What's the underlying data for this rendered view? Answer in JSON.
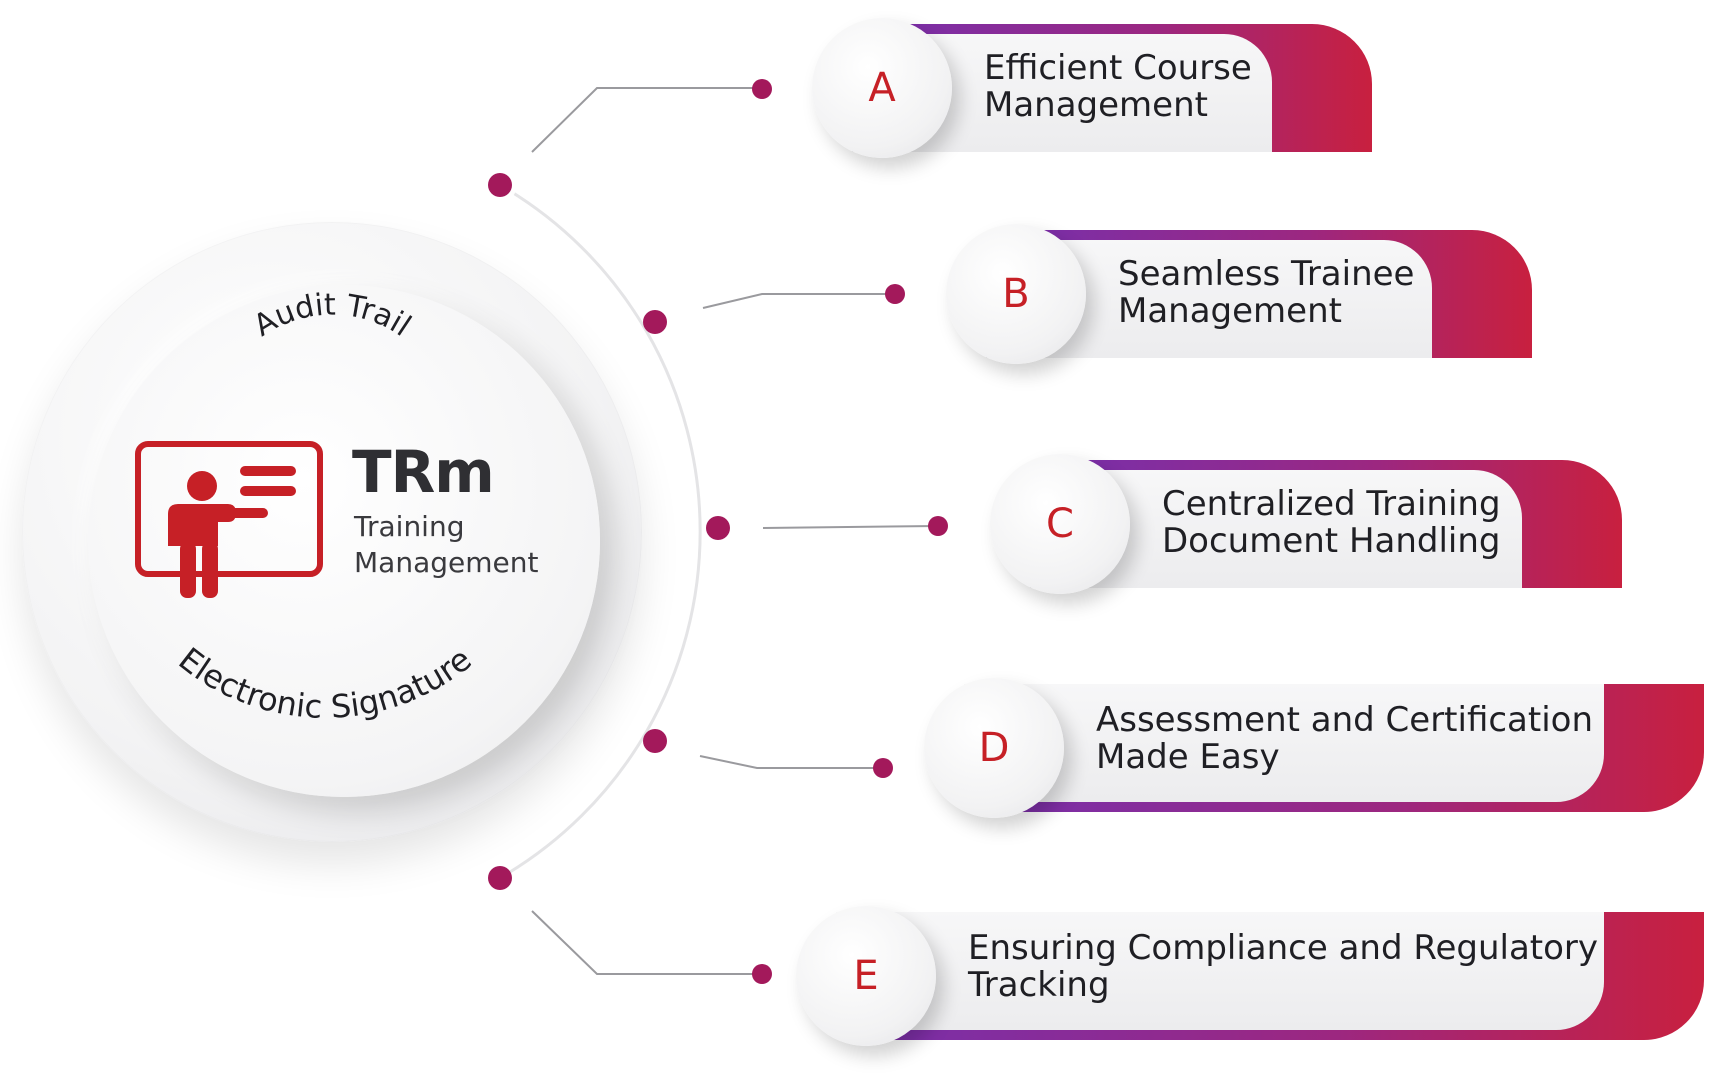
{
  "hub": {
    "logo_title": "TRm",
    "logo_line1": "Training",
    "logo_line2": "Management",
    "top_arc_text": "Audit Trail",
    "bottom_arc_text": "Electronic Signature",
    "icon": "presenter-board-icon"
  },
  "colors": {
    "accent_red": "#c62026",
    "dot": "#a3195b",
    "band_start": "#7b2fa8",
    "band_end": "#c8203f"
  },
  "items": [
    {
      "letter": "A",
      "line1": "Efficient Course",
      "line2": "Management"
    },
    {
      "letter": "B",
      "line1": "Seamless Trainee",
      "line2": "Management"
    },
    {
      "letter": "C",
      "line1": "Centralized Training",
      "line2": "Document Handling"
    },
    {
      "letter": "D",
      "line1": "Assessment and Certification",
      "line2": "Made Easy"
    },
    {
      "letter": "E",
      "line1": "Ensuring Compliance and Regulatory",
      "line2": "Tracking"
    }
  ]
}
